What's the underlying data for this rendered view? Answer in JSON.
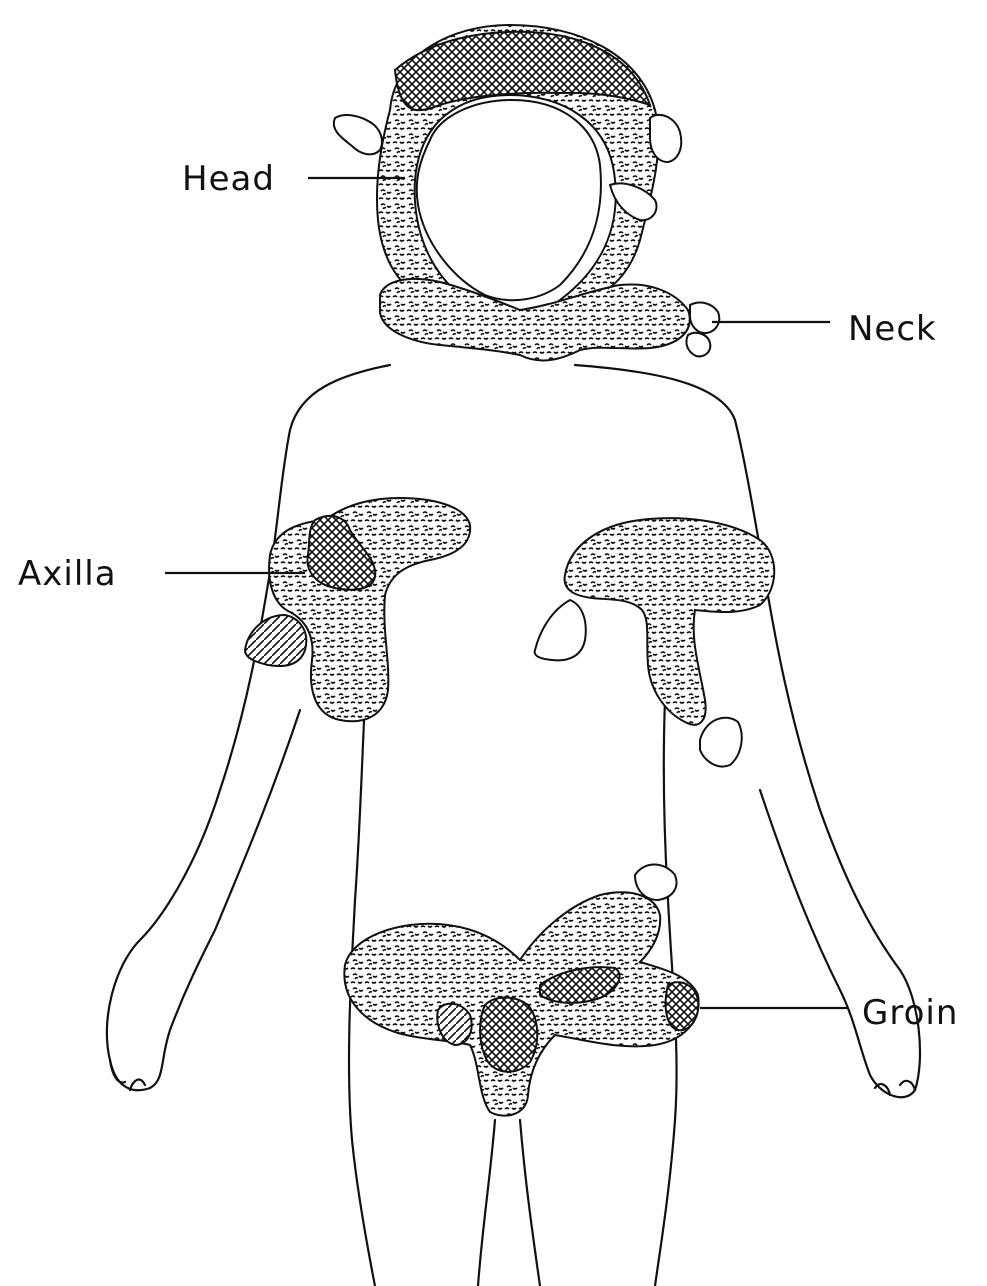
{
  "figure": {
    "labels": {
      "head": "Head",
      "neck": "Neck",
      "axilla": "Axilla",
      "groin": "Groin"
    },
    "colors": {
      "ink": "#111111",
      "background": "#ffffff"
    }
  }
}
